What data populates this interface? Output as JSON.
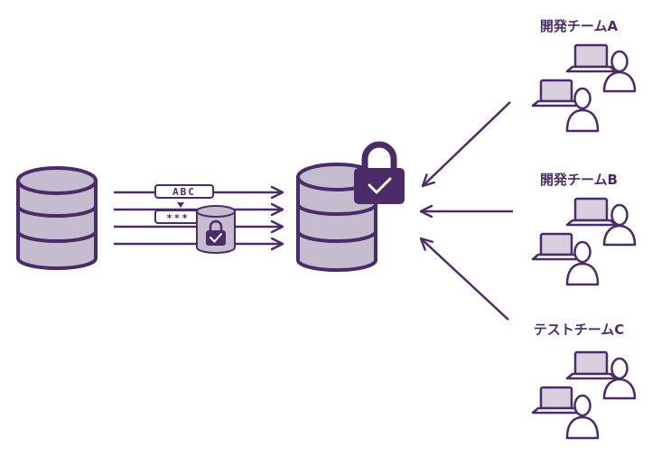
{
  "colors": {
    "primary": "#4b2c68",
    "fill": "#c6bccf",
    "panel": "#d8d0df",
    "white": "#ffffff"
  },
  "masking": {
    "original_text": "ABC",
    "masked_text": "***"
  },
  "teams": [
    {
      "label": "開発チームA"
    },
    {
      "label": "開発チームB"
    },
    {
      "label": "テストチームC"
    }
  ],
  "icons": {
    "source": "database-icon",
    "target": "database-icon",
    "lock": "padlock-check-icon",
    "masking_db": "masking-database-icon",
    "users": "users-with-laptops-icon"
  }
}
